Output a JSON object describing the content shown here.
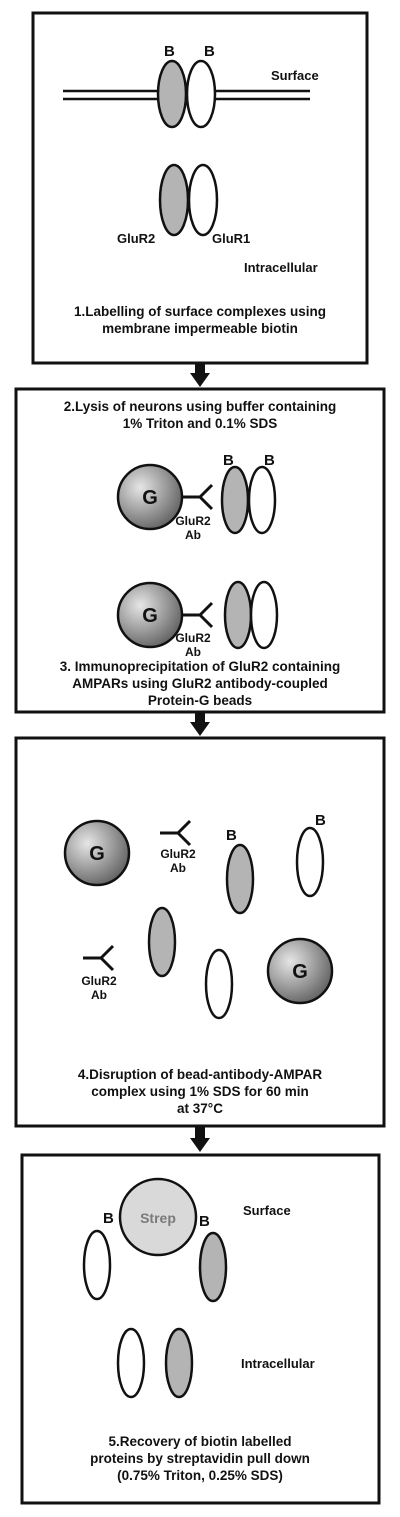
{
  "colors": {
    "stroke": "#111111",
    "gluR2_fill": "#b4b4b4",
    "gluR1_fill": "#ffffff",
    "bead_g_light": "#e6e6e6",
    "bead_g_dark": "#5a5a5a",
    "strep_fill": "#d9d9d9",
    "strep_text": "#7a7a7a"
  },
  "panel1": {
    "b_left": "B",
    "b_right": "B",
    "surface": "Surface",
    "glur2": "GluR2",
    "glur1": "GluR1",
    "intracellular": "Intracellular",
    "caption_line1": "1.Labelling of surface complexes using",
    "caption_line2": "membrane impermeable biotin"
  },
  "panel2": {
    "caption_top_line1": "2.Lysis of neurons using buffer containing",
    "caption_top_line2": "1% Triton and 0.1% SDS",
    "bead_label": "G",
    "b_left": "B",
    "b_right": "B",
    "ab_line1": "GluR2",
    "ab_line2": "Ab",
    "caption_bottom_line1": "3. Immunoprecipitation of GluR2 containing",
    "caption_bottom_line2": "AMPARs using GluR2 antibody-coupled",
    "caption_bottom_line3": "Protein-G beads"
  },
  "panel3": {
    "bead_label": "G",
    "ab_line1": "GluR2",
    "ab_line2": "Ab",
    "b_left": "B",
    "b_right": "B",
    "caption_line1": "4.Disruption of bead-antibody-AMPAR",
    "caption_line2": "complex using 1% SDS for 60 min",
    "caption_line3": "at 37°C"
  },
  "panel4": {
    "strep": "Strep",
    "b_left": "B",
    "b_right": "B",
    "surface": "Surface",
    "intracellular": "Intracellular",
    "caption_line1": "5.Recovery of biotin labelled",
    "caption_line2": "proteins by streptavidin pull down",
    "caption_line3": "(0.75% Triton, 0.25% SDS)"
  }
}
